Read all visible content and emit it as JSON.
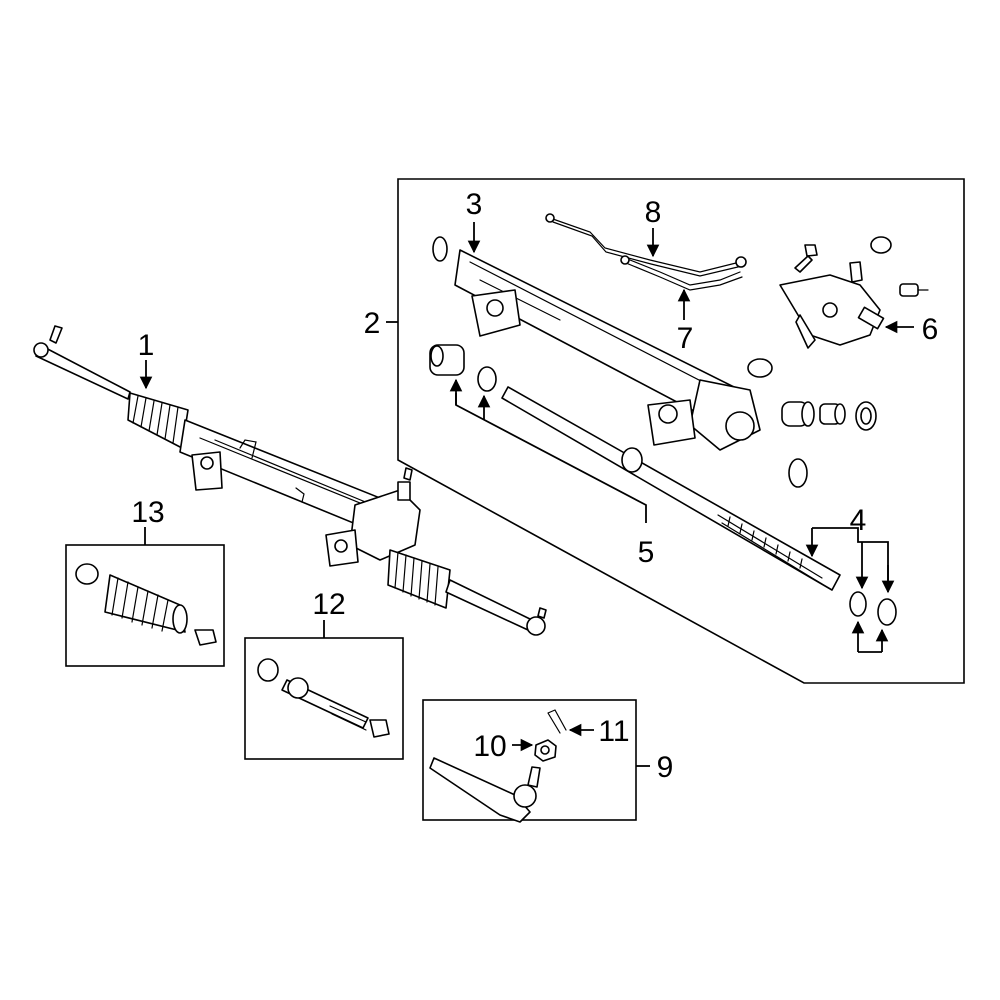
{
  "diagram": {
    "callouts": {
      "c1": "1",
      "c2": "2",
      "c3": "3",
      "c4": "4",
      "c5": "5",
      "c6": "6",
      "c7": "7",
      "c8": "8",
      "c9": "9",
      "c10": "10",
      "c11": "11",
      "c12": "12",
      "c13": "13"
    },
    "colors": {
      "line": "#000000",
      "background": "#ffffff"
    }
  }
}
